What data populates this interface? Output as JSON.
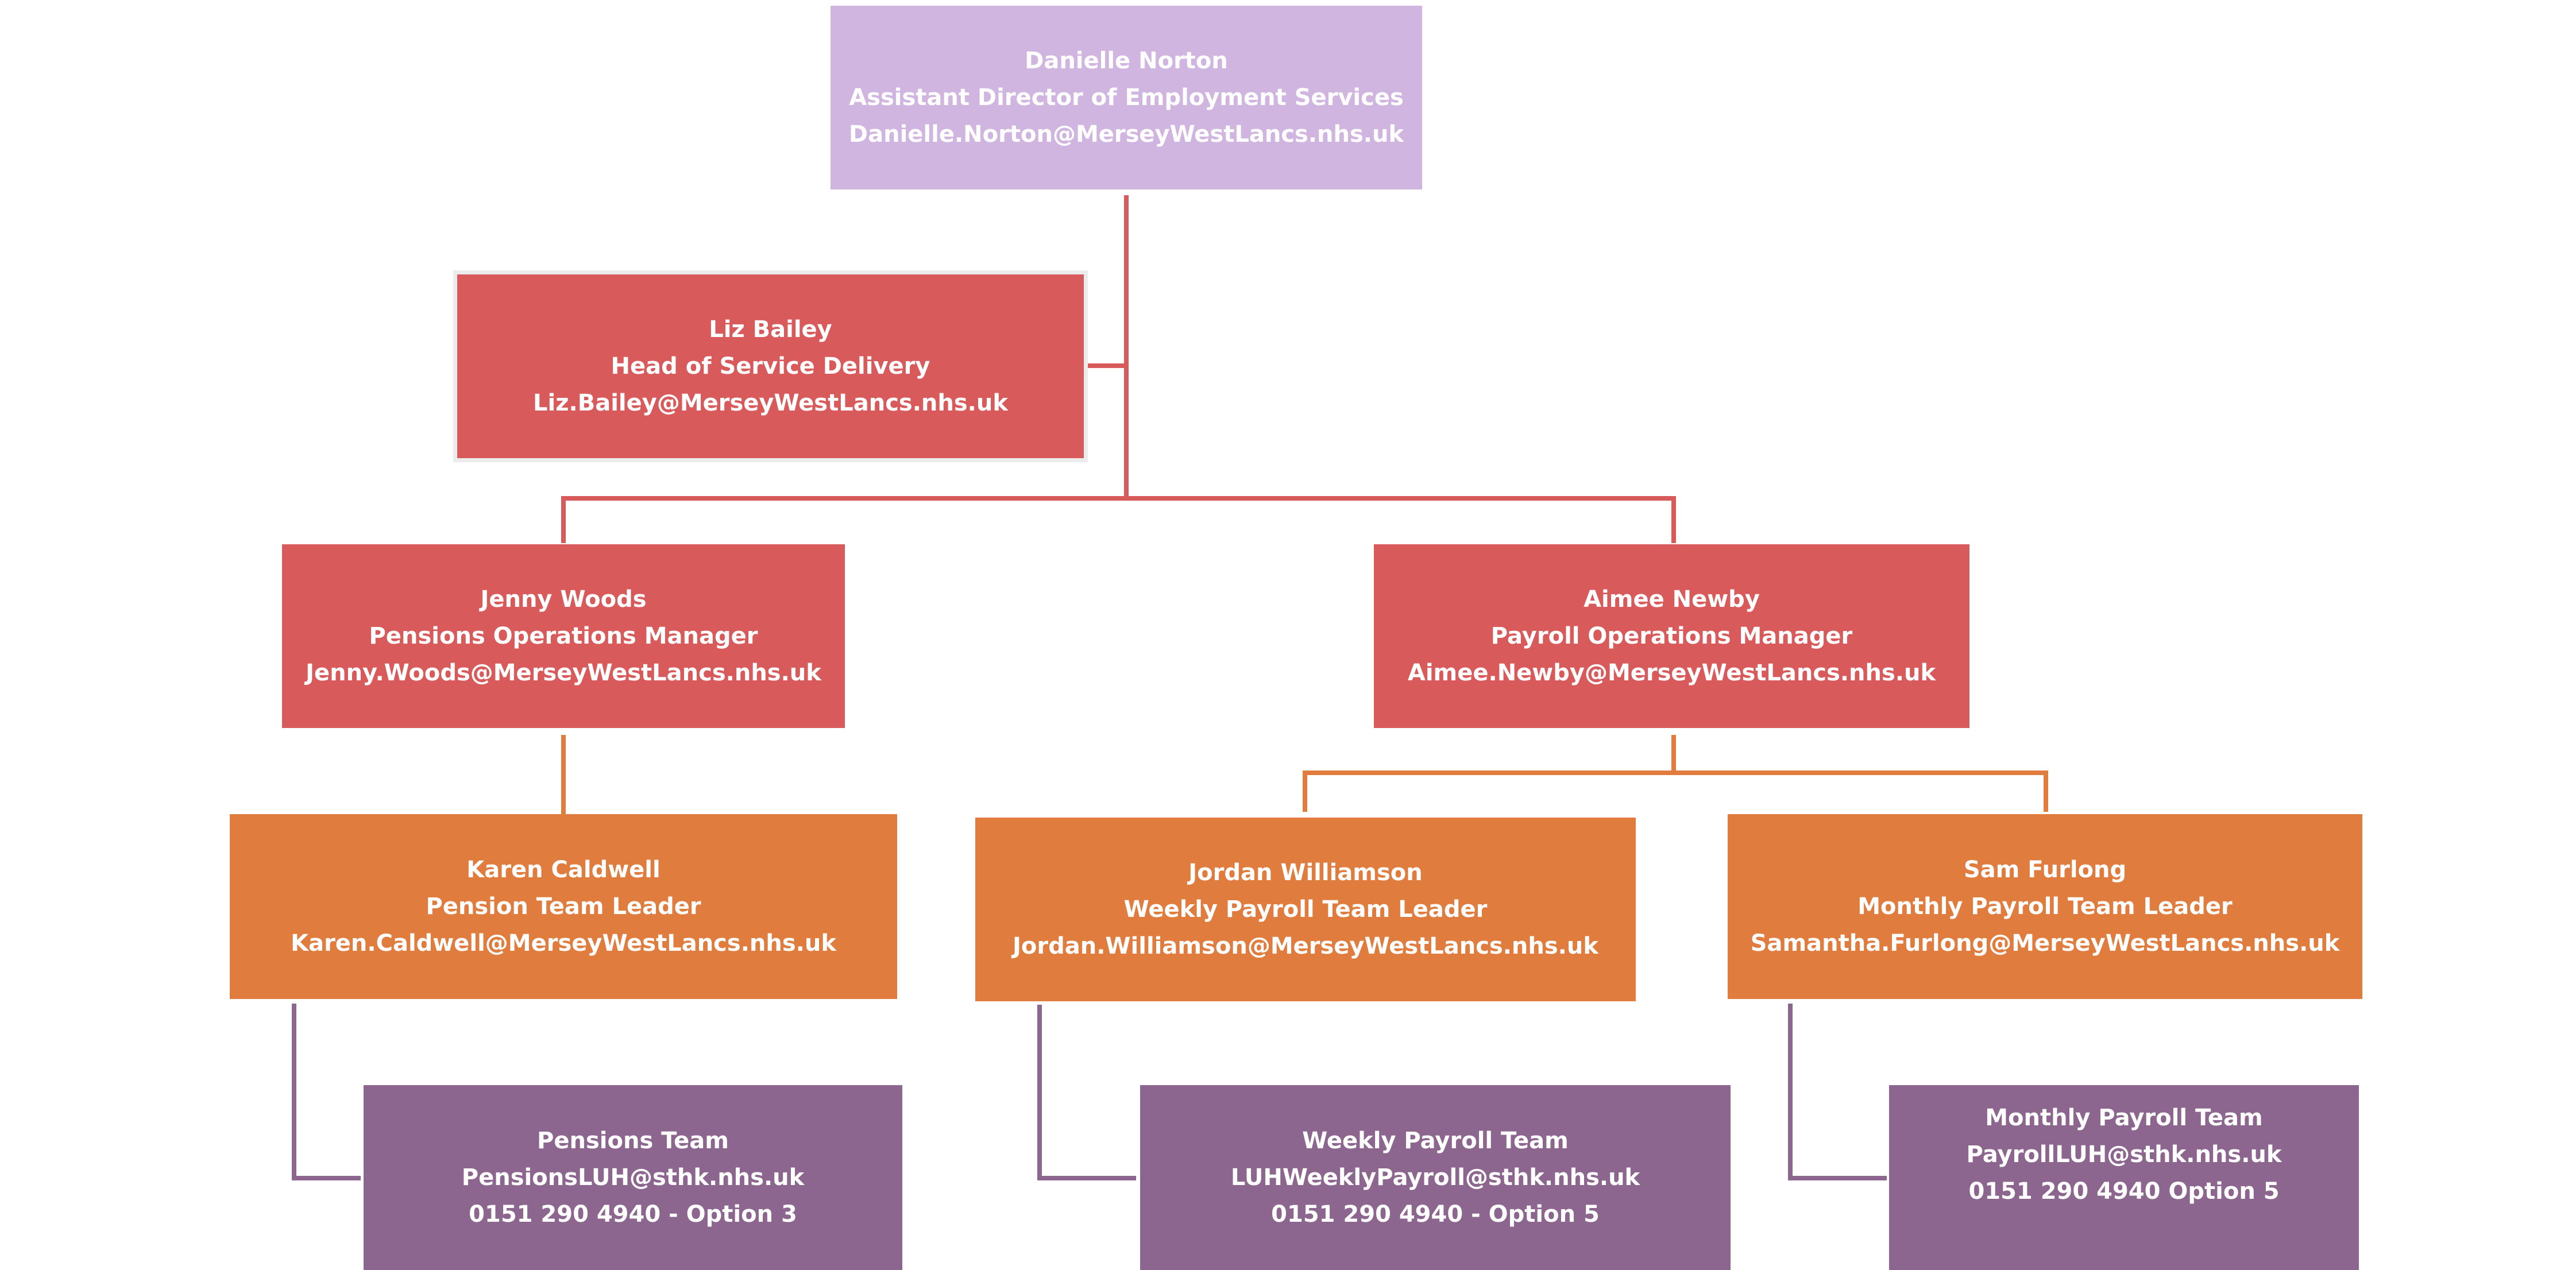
{
  "colors": {
    "director": "#d1b5e1",
    "red": "#d85a5b",
    "orange": "#e07c3e",
    "purple": "#8c668e",
    "connector_red": "#d85a5b",
    "connector_orange": "#e07c3e",
    "connector_purple": "#8c668e"
  },
  "director": {
    "name": "Danielle Norton",
    "title": "Assistant Director of Employment Services",
    "email": "Danielle.Norton@MerseyWestLancs.nhs.uk"
  },
  "head_of_service": {
    "name": "Liz Bailey",
    "title": "Head of Service Delivery",
    "email": "Liz.Bailey@MerseyWestLancs.nhs.uk"
  },
  "pensions_manager": {
    "name": "Jenny Woods",
    "title": "Pensions Operations Manager",
    "email": "Jenny.Woods@MerseyWestLancs.nhs.uk"
  },
  "payroll_manager": {
    "name": "Aimee Newby",
    "title": "Payroll Operations Manager",
    "email": "Aimee.Newby@MerseyWestLancs.nhs.uk"
  },
  "pension_team_leader": {
    "name": "Karen Caldwell",
    "title": "Pension Team Leader",
    "email": "Karen.Caldwell@MerseyWestLancs.nhs.uk"
  },
  "weekly_team_leader": {
    "name": "Jordan Williamson",
    "title": "Weekly Payroll Team Leader",
    "email": "Jordan.Williamson@MerseyWestLancs.nhs.uk"
  },
  "monthly_team_leader": {
    "name": "Sam Furlong",
    "title": "Monthly Payroll Team Leader",
    "email": "Samantha.Furlong@MerseyWestLancs.nhs.uk"
  },
  "pensions_team": {
    "name": "Pensions Team",
    "email": "PensionsLUH@sthk.nhs.uk",
    "phone": "0151 290 4940 - Option 3"
  },
  "weekly_team": {
    "name": "Weekly Payroll Team",
    "email": "LUHWeeklyPayroll@sthk.nhs.uk",
    "phone": "0151 290 4940 - Option 5"
  },
  "monthly_team": {
    "name": "Monthly Payroll Team",
    "email": "PayrollLUH@sthk.nhs.uk",
    "phone": "0151 290 4940 Option 5"
  }
}
